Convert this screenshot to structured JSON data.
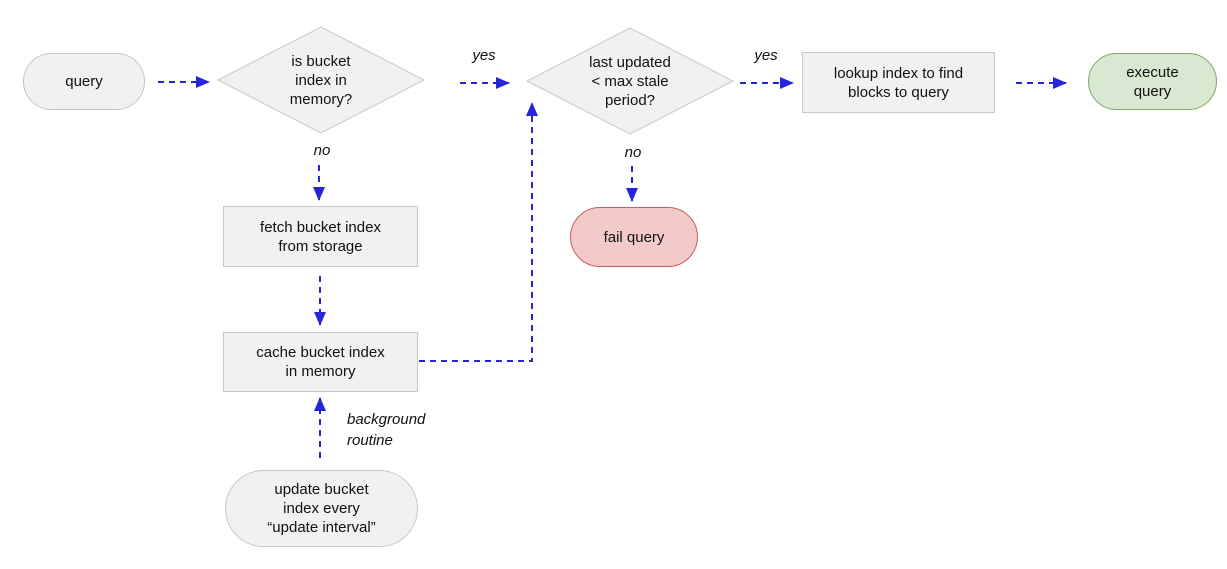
{
  "nodes": {
    "query": {
      "label": "query",
      "shape": "pill"
    },
    "in_memory": {
      "label": "is bucket\nindex in\nmemory?",
      "shape": "diamond"
    },
    "max_stale": {
      "label": "last updated\n< max stale\nperiod?",
      "shape": "diamond"
    },
    "lookup_index": {
      "label": "lookup index to find\nblocks to query",
      "shape": "rect"
    },
    "execute_query": {
      "label": "execute\nquery",
      "shape": "pill",
      "status": "success"
    },
    "fetch_index": {
      "label": "fetch bucket index\nfrom storage",
      "shape": "rect"
    },
    "cache_index": {
      "label": "cache bucket index\nin memory",
      "shape": "rect"
    },
    "fail_query": {
      "label": "fail query",
      "shape": "pill",
      "status": "fail"
    },
    "update_index": {
      "label": "update bucket\nindex every\n“update interval”",
      "shape": "pill"
    }
  },
  "edge_labels": {
    "yes_in_memory": "yes",
    "no_in_memory": "no",
    "yes_max_stale": "yes",
    "no_max_stale": "no",
    "background_routine": "background\nroutine"
  },
  "colors": {
    "arrow_blue": "#2626d8",
    "node_fill": "#f1f1f1",
    "node_border": "#c8c8c8",
    "success_fill": "#d9e9d1",
    "success_border": "#7cab68",
    "fail_fill": "#f3caca",
    "fail_border": "#cc5b5b"
  }
}
